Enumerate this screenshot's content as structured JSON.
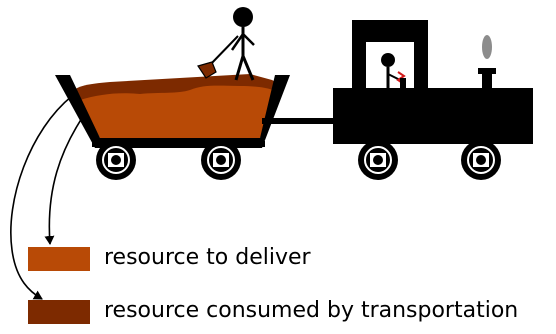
{
  "colors": {
    "deliver": "#b84a06",
    "consumed": "#7d2a00",
    "ink": "#000000",
    "steam": "#8c8c8c",
    "spark": "#d21a1a",
    "background": "#ffffff"
  },
  "legend": [
    {
      "label": "resource to deliver",
      "swatch": "deliver"
    },
    {
      "label": "resource consumed by transportation",
      "swatch": "consumed"
    }
  ]
}
